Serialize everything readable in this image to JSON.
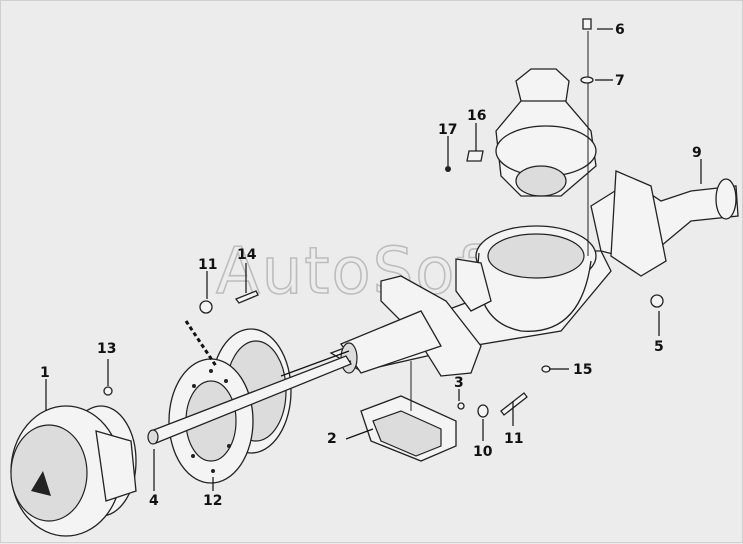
{
  "watermark": "AutoSoft",
  "callouts": [
    {
      "id": "c1",
      "text": "1"
    },
    {
      "id": "c2",
      "text": "2"
    },
    {
      "id": "c3",
      "text": "3"
    },
    {
      "id": "c4",
      "text": "4"
    },
    {
      "id": "c5",
      "text": "5"
    },
    {
      "id": "c6",
      "text": "6"
    },
    {
      "id": "c7",
      "text": "7"
    },
    {
      "id": "c9",
      "text": "9"
    },
    {
      "id": "c10",
      "text": "10"
    },
    {
      "id": "c11a",
      "text": "11"
    },
    {
      "id": "c11b",
      "text": "11"
    },
    {
      "id": "c12",
      "text": "12"
    },
    {
      "id": "c13",
      "text": "13"
    },
    {
      "id": "c14",
      "text": "14"
    },
    {
      "id": "c15",
      "text": "15"
    },
    {
      "id": "c16",
      "text": "16"
    },
    {
      "id": "c17",
      "text": "17"
    }
  ]
}
